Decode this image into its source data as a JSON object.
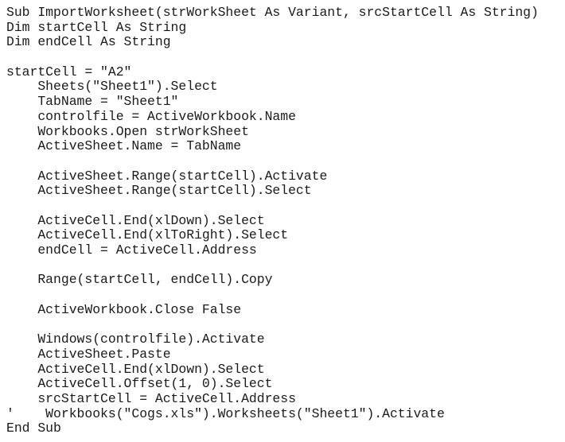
{
  "code": {
    "language": "VBA",
    "lines": [
      "Sub ImportWorksheet(strWorkSheet As Variant, srcStartCell As String)",
      "Dim startCell As String",
      "Dim endCell As String",
      "",
      "startCell = \"A2\"",
      "    Sheets(\"Sheet1\").Select",
      "    TabName = \"Sheet1\"",
      "    controlfile = ActiveWorkbook.Name",
      "    Workbooks.Open strWorkSheet",
      "    ActiveSheet.Name = TabName",
      "",
      "    ActiveSheet.Range(startCell).Activate",
      "    ActiveSheet.Range(startCell).Select",
      "",
      "    ActiveCell.End(xlDown).Select",
      "    ActiveCell.End(xlToRight).Select",
      "    endCell = ActiveCell.Address",
      "",
      "    Range(startCell, endCell).Copy",
      "",
      "    ActiveWorkbook.Close False",
      "",
      "    Windows(controlfile).Activate",
      "    ActiveSheet.Paste",
      "    ActiveCell.End(xlDown).Select",
      "    ActiveCell.Offset(1, 0).Select",
      "    srcStartCell = ActiveCell.Address",
      "'    Workbooks(\"Cogs.xls\").Worksheets(\"Sheet1\").Activate",
      "End Sub"
    ]
  }
}
